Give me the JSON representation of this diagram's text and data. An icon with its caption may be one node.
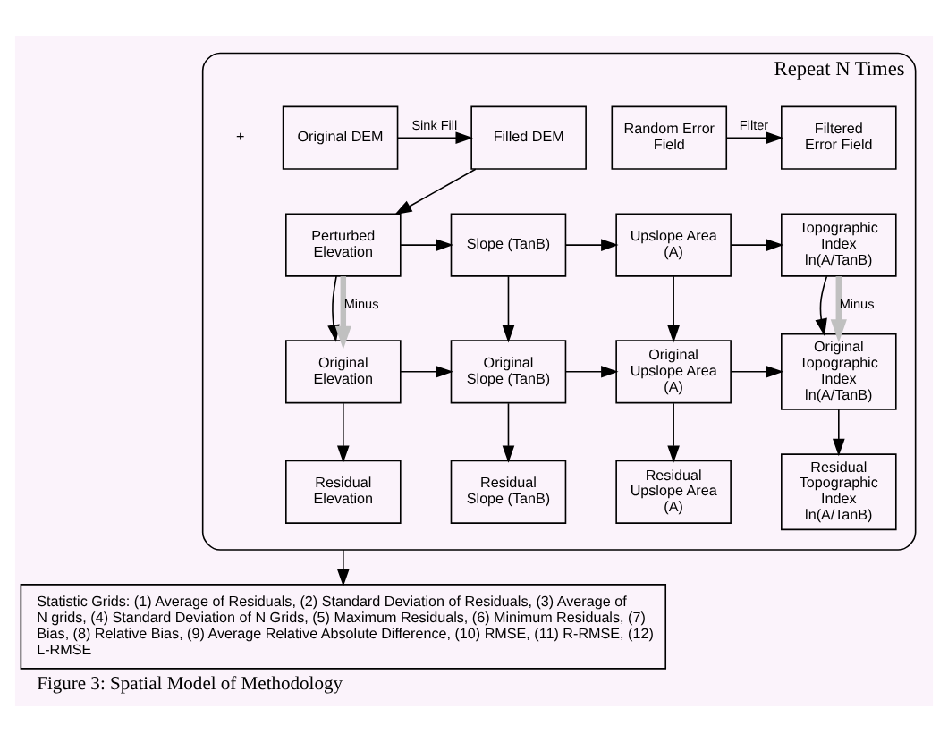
{
  "diagram": {
    "caption": "Figure 3: Spatial Model of Methodology",
    "nodes": [
      {
        "text": [
          "Repeat N Times"
        ]
      },
      {
        "text": [
          "Random Error Field"
        ],
        "in": 0
      },
      {
        "text": [
          "Filtered Error Field"
        ],
        "in": 0
      },
      {
        "text": [
          "Original DEM"
        ],
        "in": 0
      },
      {
        "text": [
          "Filled DEM"
        ],
        "in": 0
      },
      {
        "text": [
          "Perturbed Elevation"
        ],
        "in": 0
      },
      {
        "text": [
          "Slope (TanB)"
        ],
        "in": 0
      },
      {
        "text": [
          "Upslope Area (A)"
        ],
        "in": 0
      },
      {
        "text": [
          "Topographic Index ln(A/TanB)"
        ],
        "in": 0
      },
      {
        "text": [
          "Original Elevation"
        ],
        "in": 0
      },
      {
        "text": [
          "Original Slope (TanB)"
        ],
        "in": 0
      },
      {
        "text": [
          "Original Upslope Area (A)"
        ],
        "in": 0
      },
      {
        "text": [
          "Original Topographic Index ln(A/TanB)"
        ],
        "in": 0
      },
      {
        "text": [
          "Residual Topographic Index ln(A/TanB)"
        ],
        "in": 0
      },
      {
        "text": [
          "Residual Upslope Area (A)"
        ],
        "in": 0
      },
      {
        "text": [
          "Residual Slope (TanB)"
        ],
        "in": 0
      },
      {
        "text": [
          "Residual Elevation"
        ],
        "in": 0
      },
      {
        "text": [
          "Statistic Grids: (1) Average of Residuals, (2) Standard Deviation of Residuals, (3) Average of N grids, (4) Standard Deviation of N Grids, (5) Maximum Residuals, (6) Minimum Residuals, (7) Bias, (8) Relative Bias, (9) Average Relative Absolute Difference, (10) RMSE, (11) R-RMSE, (12) L-RMSE"
        ]
      }
    ],
    "edges": [
      {
        "from": 1,
        "to": 2,
        "arrow": "to",
        "label": "Filter"
      },
      {
        "from": 3,
        "to": 4,
        "arrow": "to",
        "label": "Sink Fill"
      },
      {
        "from": 4,
        "to": 5,
        "arrow": "to"
      },
      {
        "from": 5,
        "to": 6,
        "arrow": "to"
      },
      {
        "from": 6,
        "to": 7,
        "arrow": "to"
      },
      {
        "from": 7,
        "to": 8,
        "arrow": "to"
      },
      {
        "from": 8,
        "to": 12,
        "arrow": "to"
      },
      {
        "from": 7,
        "to": 11,
        "arrow": "to"
      },
      {
        "from": 6,
        "to": 10,
        "arrow": "to"
      },
      {
        "from": 5,
        "to": 9,
        "arrow": "to"
      },
      {
        "from": 8,
        "to": 12,
        "arrow": "to",
        "label": "Minus",
        "style": "thick",
        "color": "#c0c0c0"
      },
      {
        "from": 5,
        "to": 9,
        "arrow": "to",
        "label": "Minus",
        "style": "thick",
        "color": "#c0c0c0"
      },
      {
        "from": 9,
        "to": 10,
        "arrow": "to"
      },
      {
        "from": 10,
        "to": 11,
        "arrow": "to"
      },
      {
        "from": 11,
        "to": 12,
        "arrow": "to"
      },
      {
        "from": 12,
        "to": 13,
        "arrow": "to"
      },
      {
        "from": 11,
        "to": 14,
        "arrow": "to"
      },
      {
        "from": 10,
        "to": 15,
        "arrow": "to"
      },
      {
        "from": 9,
        "to": 16,
        "arrow": "to"
      },
      {
        "from": 0,
        "to": 17,
        "arrow": "to"
      }
    ],
    "labels": [
      "+"
    ]
  }
}
